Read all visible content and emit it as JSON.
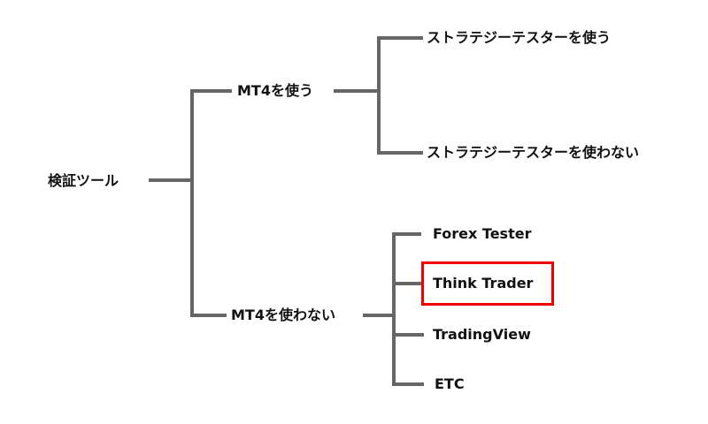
{
  "root": {
    "label": "検証ツール"
  },
  "branches": [
    {
      "label": "MT4を使う",
      "children": [
        "ストラテジーテスターを使う",
        "ストラテジーテスターを使わない"
      ]
    },
    {
      "label": "MT4を使わない",
      "children": [
        "Forex Tester",
        "Think Trader",
        "TradingView",
        "ETC"
      ]
    }
  ],
  "highlighted": "Think Trader",
  "colors": {
    "line": "#666666",
    "highlight": "#ee0000",
    "text": "#111111"
  }
}
